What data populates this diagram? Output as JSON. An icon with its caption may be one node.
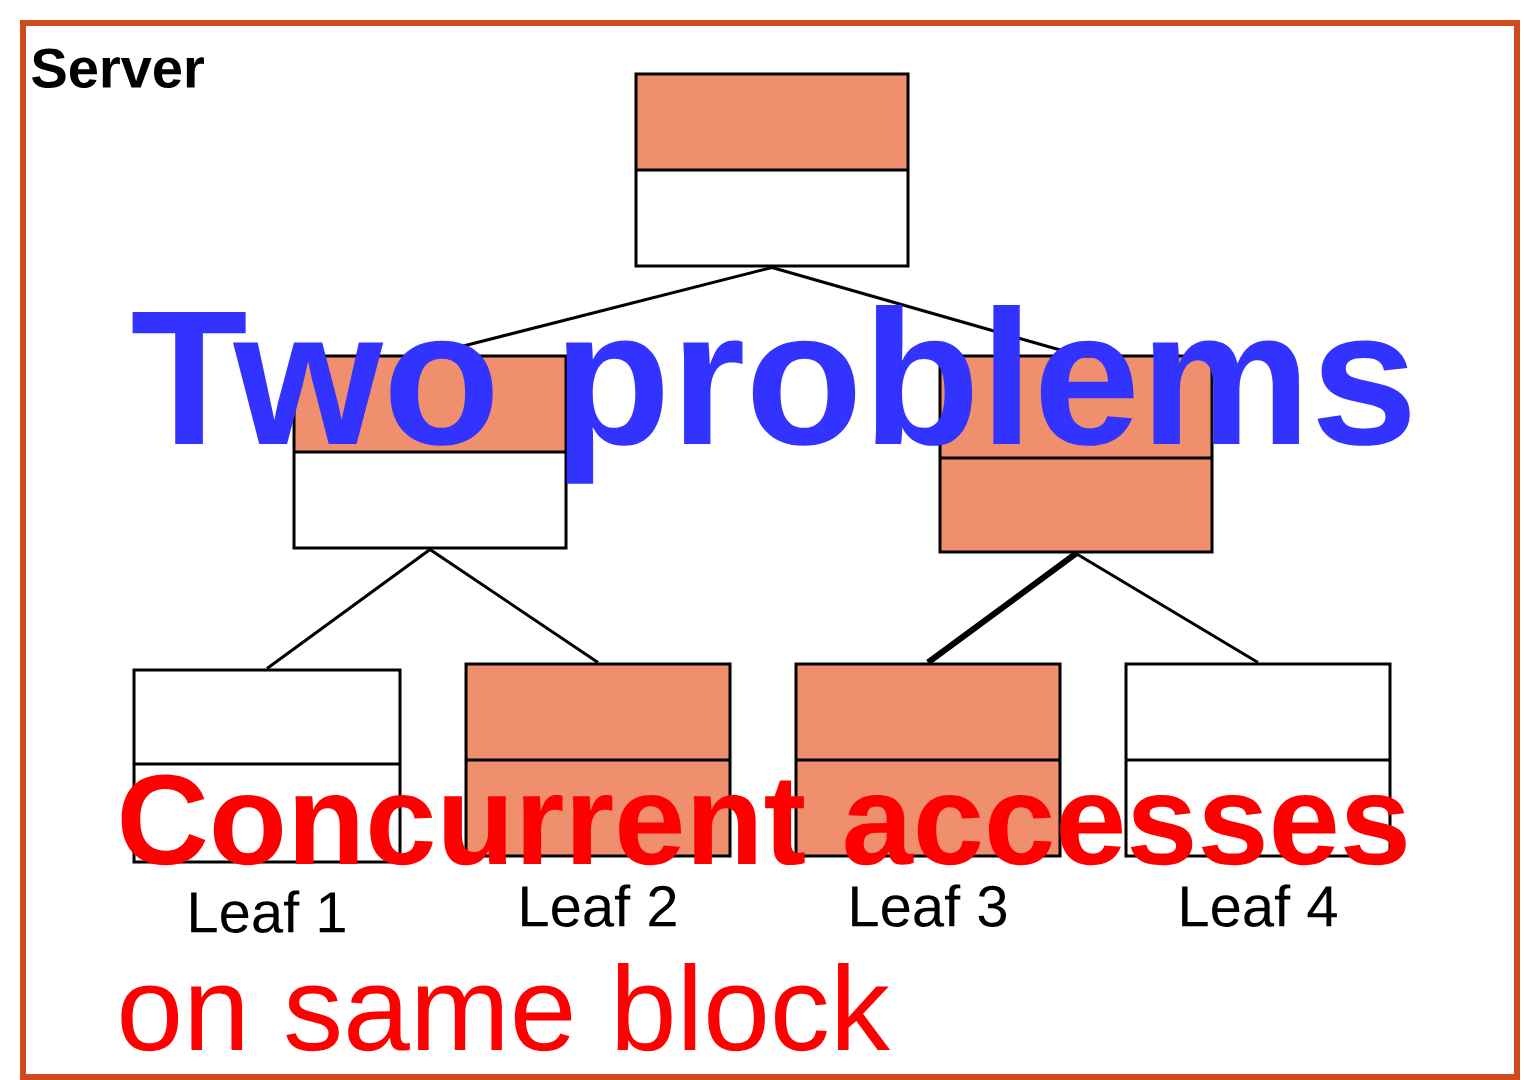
{
  "diagram": {
    "nodes": [
      {
        "text": [
          "Server"
        ]
      },
      {
        "text": [],
        "shape": "box",
        "in": 0
      },
      {
        "text": [],
        "shape": "box",
        "in": 0
      },
      {
        "text": [],
        "shape": "box",
        "in": 0
      },
      {
        "text": [],
        "shape": "box",
        "in": 0,
        "beside": [
          "Leaf 1"
        ]
      },
      {
        "text": [],
        "shape": "box",
        "in": 0,
        "beside": [
          "Leaf 2"
        ]
      },
      {
        "text": [],
        "shape": "box",
        "in": 0,
        "beside": [
          "Leaf 3"
        ]
      },
      {
        "text": [],
        "shape": "box",
        "in": 0,
        "beside": [
          "Leaf 4"
        ]
      }
    ],
    "edges": [
      {
        "from": 1,
        "to": 2,
        "arrow": "none"
      },
      {
        "from": 1,
        "to": 3,
        "arrow": "none"
      },
      {
        "from": 2,
        "to": 4,
        "arrow": "none"
      },
      {
        "from": 2,
        "to": 5,
        "arrow": "none"
      },
      {
        "from": 3,
        "to": 6,
        "arrow": "none",
        "style": "thick"
      },
      {
        "from": 3,
        "to": 7,
        "arrow": "none"
      }
    ],
    "labels": [
      "Two problems",
      "Concurrent accesses",
      "on same block"
    ]
  }
}
